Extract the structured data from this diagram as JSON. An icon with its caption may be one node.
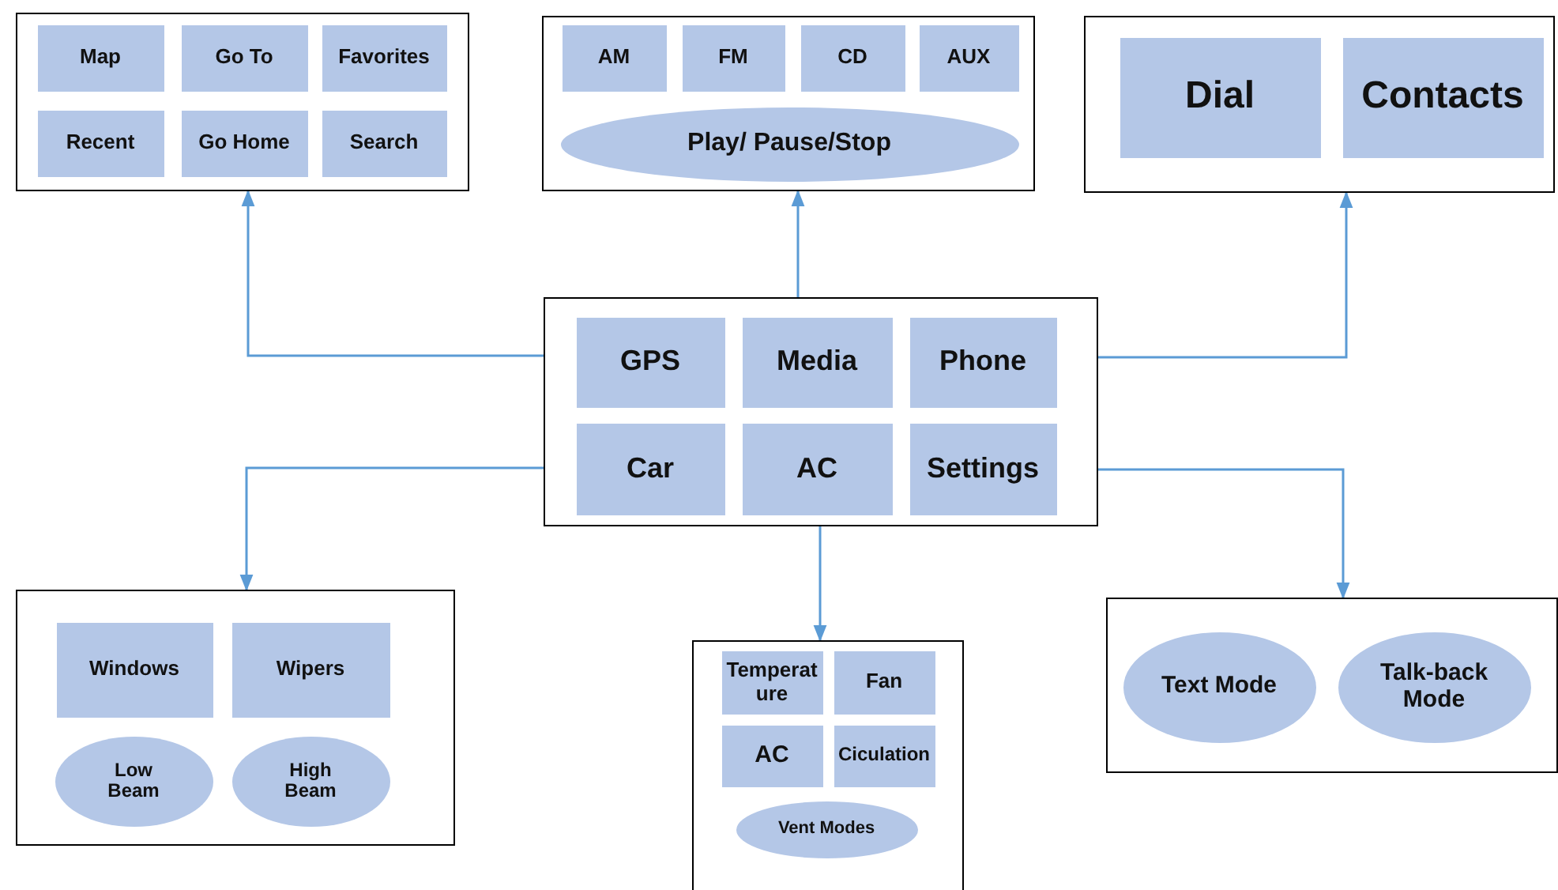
{
  "diagram": {
    "nodes": [
      {
        "text": [],
        "shape": "box"
      },
      {
        "text": [
          "Map"
        ],
        "in": 0
      },
      {
        "text": [
          "Go To"
        ],
        "in": 0
      },
      {
        "text": [
          "Favorites"
        ],
        "in": 0
      },
      {
        "text": [
          "Recent"
        ],
        "in": 0
      },
      {
        "text": [
          "Go Home"
        ],
        "in": 0
      },
      {
        "text": [
          "Search"
        ],
        "in": 0
      },
      {
        "text": [],
        "shape": "box"
      },
      {
        "text": [
          "AM"
        ],
        "in": 7
      },
      {
        "text": [
          "FM"
        ],
        "in": 7
      },
      {
        "text": [
          "CD"
        ],
        "in": 7
      },
      {
        "text": [
          "AUX"
        ],
        "in": 7
      },
      {
        "text": [
          "Play/ Pause/Stop"
        ],
        "in": 7
      },
      {
        "text": [],
        "shape": "box"
      },
      {
        "text": [
          "Dial"
        ],
        "in": 13
      },
      {
        "text": [
          "Contacts"
        ],
        "in": 13
      },
      {
        "text": [],
        "shape": "box"
      },
      {
        "text": [
          "GPS"
        ],
        "in": 16
      },
      {
        "text": [
          "Media"
        ],
        "in": 16
      },
      {
        "text": [
          "Phone"
        ],
        "in": 16
      },
      {
        "text": [
          "Car"
        ],
        "in": 16
      },
      {
        "text": [
          "AC"
        ],
        "in": 16
      },
      {
        "text": [
          "Settings"
        ],
        "in": 16
      },
      {
        "text": [],
        "shape": "box"
      },
      {
        "text": [
          "Windows"
        ],
        "in": 23
      },
      {
        "text": [
          "Wipers"
        ],
        "in": 23
      },
      {
        "text": [
          "Low Beam"
        ],
        "in": 23
      },
      {
        "text": [
          "High Beam"
        ],
        "in": 23
      },
      {
        "text": [],
        "shape": "box"
      },
      {
        "text": [
          "Temperature"
        ],
        "in": 28
      },
      {
        "text": [
          "Fan"
        ],
        "in": 28
      },
      {
        "text": [
          "AC"
        ],
        "in": 28
      },
      {
        "text": [
          "Ciculation"
        ],
        "in": 28
      },
      {
        "text": [
          "Vent Modes"
        ],
        "in": 28
      },
      {
        "text": [],
        "shape": "box"
      },
      {
        "text": [
          "Text Mode"
        ],
        "in": 34
      },
      {
        "text": [
          "Talk-back Mode"
        ],
        "in": 34
      }
    ],
    "edges": [
      {
        "from": 16,
        "to": 0,
        "arrow": "to"
      },
      {
        "from": 16,
        "to": 7,
        "arrow": "to"
      },
      {
        "from": 16,
        "to": 13,
        "arrow": "to"
      },
      {
        "from": 16,
        "to": 23,
        "arrow": "to"
      },
      {
        "from": 16,
        "to": 28,
        "arrow": "to"
      },
      {
        "from": 16,
        "to": 34,
        "arrow": "to"
      }
    ]
  }
}
